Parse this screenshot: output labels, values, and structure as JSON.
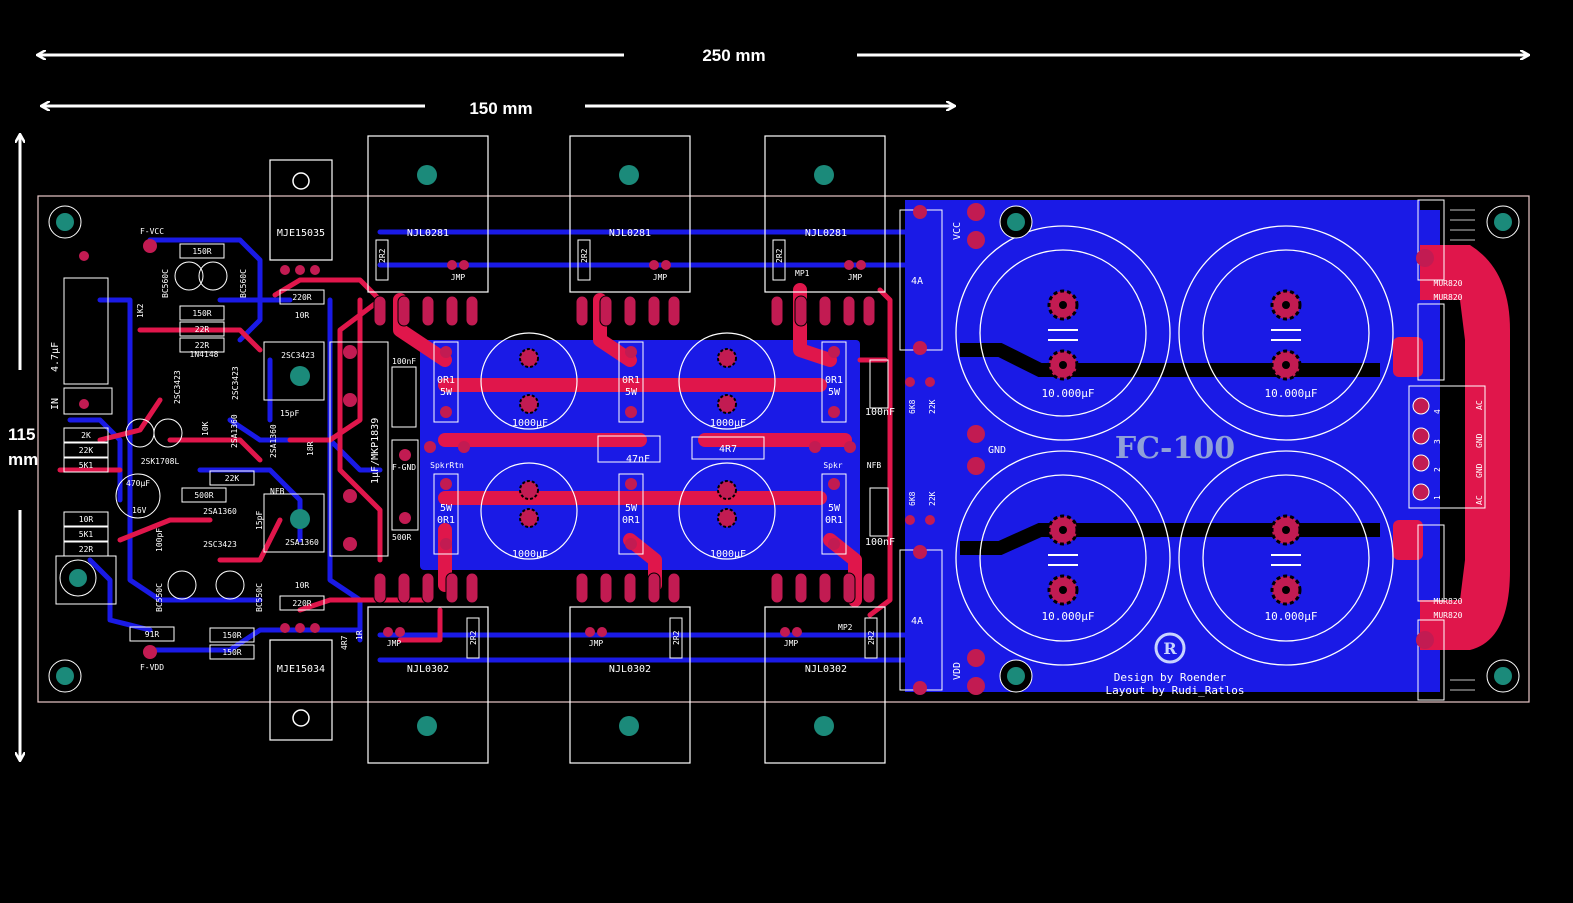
{
  "dimensions": {
    "width_label": "250 mm",
    "inner_width_label": "150 mm",
    "height_label_value": "115",
    "height_label_unit": "mm"
  },
  "board": {
    "name": "FC-100",
    "credit_design": "Design by Roender",
    "credit_layout": "Layout by Rudi_Ratlos"
  },
  "colors": {
    "background": "#000000",
    "top_copper": "#e0164b",
    "bottom_copper": "#1a1ae6",
    "silkscreen": "#ffffff",
    "pad": "#c21b52",
    "hole": "#1b8a7a",
    "outline": "#e8c8c8"
  },
  "labels": {
    "q_top_left": "NJL0281",
    "q_top_mid": "NJL0281",
    "q_top_right": "NJL0281",
    "q_bot_left": "NJL0302",
    "q_bot_mid": "NJL0302",
    "q_bot_right": "NJL0302",
    "driver_top": "MJE15035",
    "driver_bot": "MJE15034",
    "cap_big_1": "10.000µF",
    "cap_big_2": "10.000µF",
    "cap_big_3": "10.000µF",
    "cap_big_4": "10.000µF",
    "cap_mid_1": "1000µF",
    "cap_mid_2": "1000µF",
    "cap_mid_3": "1000µF",
    "cap_mid_4": "1000µF",
    "mur_1": "MUR820",
    "mur_2": "MUR820",
    "mur_3": "MUR820",
    "mur_4": "MUR820",
    "res_0r1_a": "0R1",
    "res_0r1_b": "0R1",
    "res_0r1_c": "0R1",
    "res_0r1_d": "0R1",
    "res_0r1_e": "0R1",
    "res_0r1_f": "0R1",
    "res_5w": "5W",
    "r_4r7": "4R7",
    "c_47nf": "47nF",
    "c_100nf": "100nF",
    "c_mkp": "1µF/MKP1839",
    "r_500r": "500R",
    "f_gnd": "F-GND",
    "spkr_rtn": "SpkrRtn",
    "spkr": "Spkr",
    "nfb": "NFB",
    "vcc": "VCC",
    "vdd": "VDD",
    "gnd": "GND",
    "ac": "AC",
    "fuse": "4A",
    "mp1": "MP1",
    "mp2": "MP2",
    "jmp": "JMP",
    "r_2r2": "2R2",
    "f_vcc": "F-VCC",
    "f_vdd": "F-VDD",
    "r_150r": "150R",
    "r_22r": "22R",
    "r_220r": "220R",
    "r_10r": "10R",
    "r_2k": "2K",
    "r_22k": "22K",
    "r_5k1": "5K1",
    "r_18r": "18R",
    "r_500r_b": "500R",
    "r_91r": "91R",
    "r_6k8": "6K8",
    "r_1k2": "1K2",
    "r_10k": "10K",
    "r_1r": "1R",
    "c_4u7": "4.7µF",
    "c_470u": "470µF",
    "c_16v": "16V",
    "c_15pf": "15pF",
    "c_100pf": "100pF",
    "q_2sc3423": "2SC3423",
    "q_2sa1360": "2SA1360",
    "q_bc560c": "BC560C",
    "q_bc550c": "BC550C",
    "q_2sk1708l": "2SK1708L",
    "d_1n4148": "1N4148",
    "in": "IN",
    "pin_1": "1",
    "pin_2": "2",
    "pin_3": "3"
  }
}
